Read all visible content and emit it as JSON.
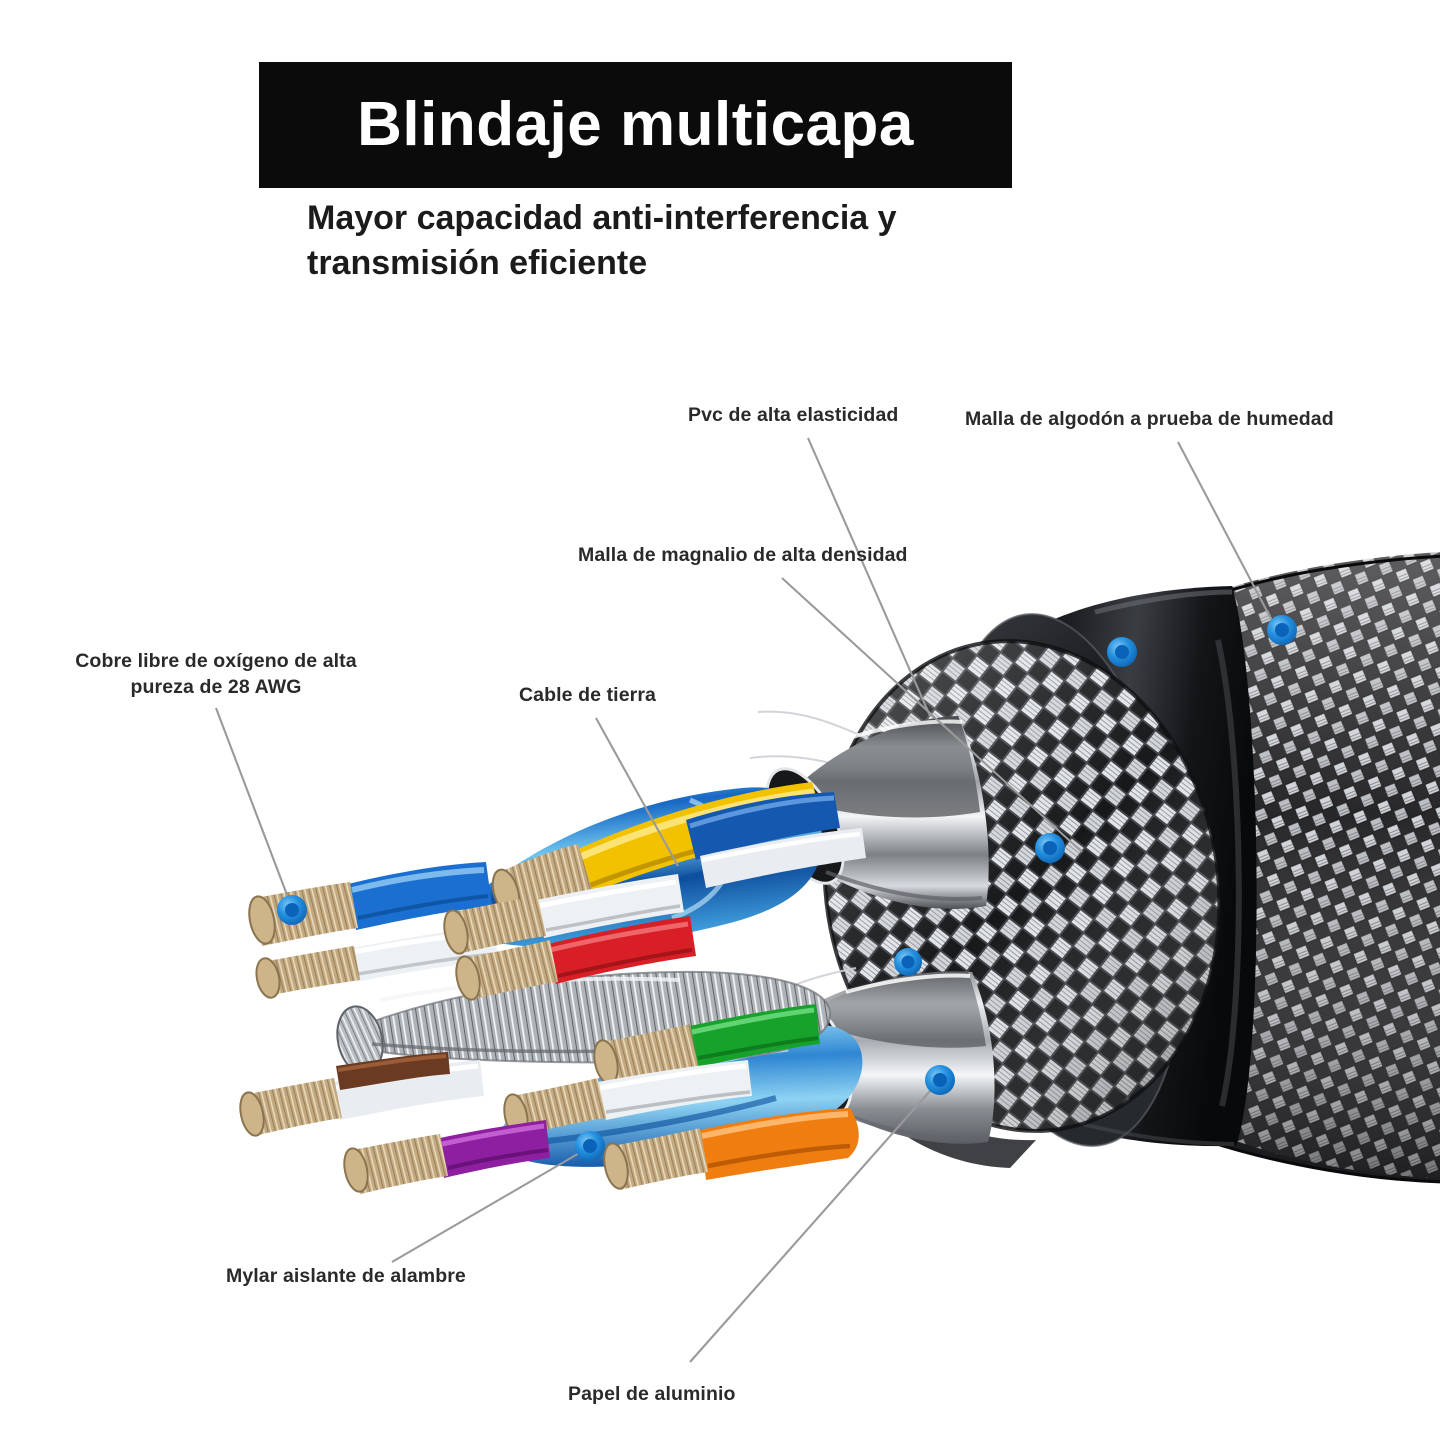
{
  "header": {
    "title": "Blindaje multicapa",
    "subtitle": "Mayor capacidad anti-interferencia y transmisión eficiente",
    "banner_bg": "#0b0b0b",
    "banner_text_color": "#ffffff"
  },
  "callouts": [
    {
      "id": "pvc",
      "label": "Pvc de alta elasticidad"
    },
    {
      "id": "cotton",
      "label": "Malla de algodón a prueba de humedad"
    },
    {
      "id": "magnalio",
      "label": "Malla de magnalio de alta densidad"
    },
    {
      "id": "copper",
      "label": "Cobre libre de oxígeno de alta\npureza de 28 AWG"
    },
    {
      "id": "ground",
      "label": "Cable de tierra"
    },
    {
      "id": "mylar",
      "label": "Mylar aislante de alambre"
    },
    {
      "id": "foil",
      "label": "Papel de aluminio"
    }
  ],
  "callout_text": {
    "pvc": "Pvc de alta elasticidad",
    "cotton": "Malla de algodón a prueba de humedad",
    "magnalio": "Malla de magnalio de alta densidad",
    "copper_line1": "Cobre libre de oxígeno de alta",
    "copper_line2": "pureza de 28 AWG",
    "ground": "Cable de tierra",
    "mylar": "Mylar aislante de alambre",
    "foil": "Papel de aluminio"
  },
  "colors": {
    "marker_dot": "#1f8fe0",
    "marker_dot_core": "#0b63b8",
    "leader_line": "#9a9a9a",
    "jacket_black": "#121214",
    "braid_silver": "#c9ccd0",
    "foil_silver": "#b9bdc2",
    "mylar_blue": "#2f7fd0",
    "copper_strand": "#c8b08a",
    "wire_yellow": "#f2c200",
    "wire_red": "#d81f26",
    "wire_green": "#17a32b",
    "wire_orange": "#f07d10",
    "wire_purple": "#8e1fa0",
    "wire_white": "#eef1f4",
    "wire_blue": "#1558b0",
    "wire_brown": "#6b3a22",
    "background": "#ffffff"
  },
  "diagram": {
    "subject": "cable-cutaway",
    "layers": [
      "Malla de algodón a prueba de humedad",
      "Pvc de alta elasticidad",
      "Malla de magnalio de alta densidad",
      "Papel de aluminio",
      "Mylar aislante de alambre",
      "Cable de tierra",
      "Cobre libre de oxígeno de alta pureza de 28 AWG"
    ]
  }
}
